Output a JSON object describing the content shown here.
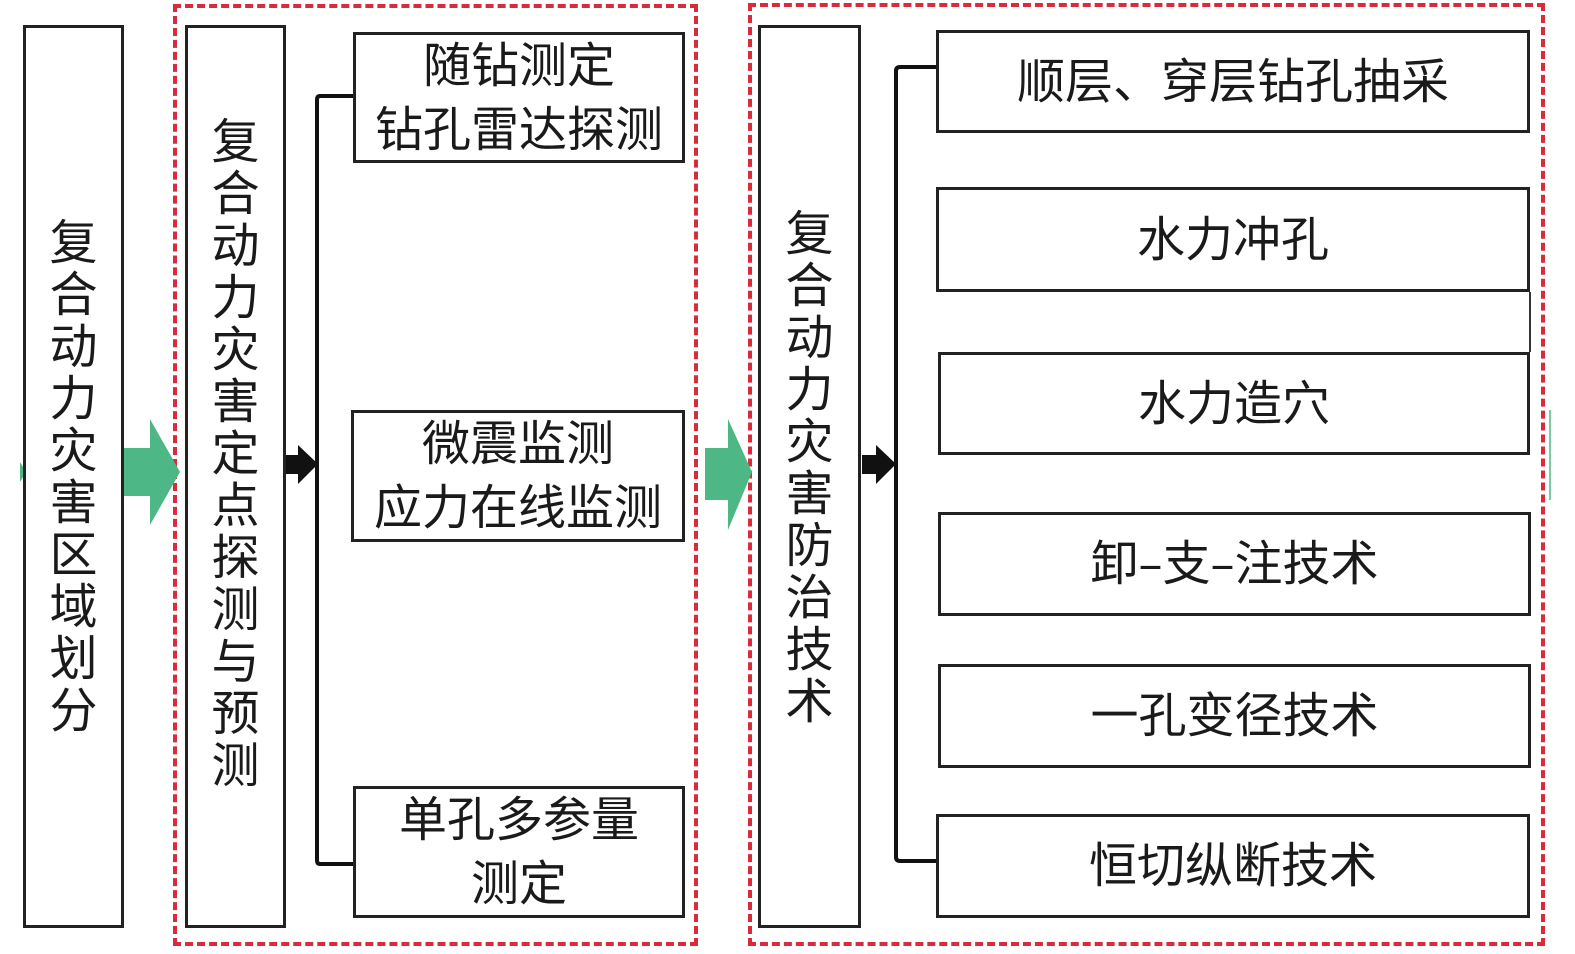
{
  "colors": {
    "arrow_green": "#4db885",
    "dash_red": "#d92b3a",
    "line_black": "#111111"
  },
  "stage1": {
    "title": "复合动力灾害区域划分"
  },
  "stage2": {
    "title": "复合动力灾害定点探测与预测",
    "items": [
      {
        "lines": [
          "随钻测定",
          "钻孔雷达探测"
        ]
      },
      {
        "lines": [
          "微震监测",
          "应力在线监测"
        ]
      },
      {
        "lines": [
          "单孔多参量",
          "测定"
        ]
      }
    ]
  },
  "stage3": {
    "title": "复合动力灾害防治技术",
    "items": [
      {
        "label": "顺层、穿层钻孔抽采"
      },
      {
        "label": "水力冲孔"
      },
      {
        "label": "水力造穴"
      },
      {
        "label": "卸–支–注技术"
      },
      {
        "label": "一孔变径技术"
      },
      {
        "label": "恒切纵断技术"
      }
    ]
  }
}
